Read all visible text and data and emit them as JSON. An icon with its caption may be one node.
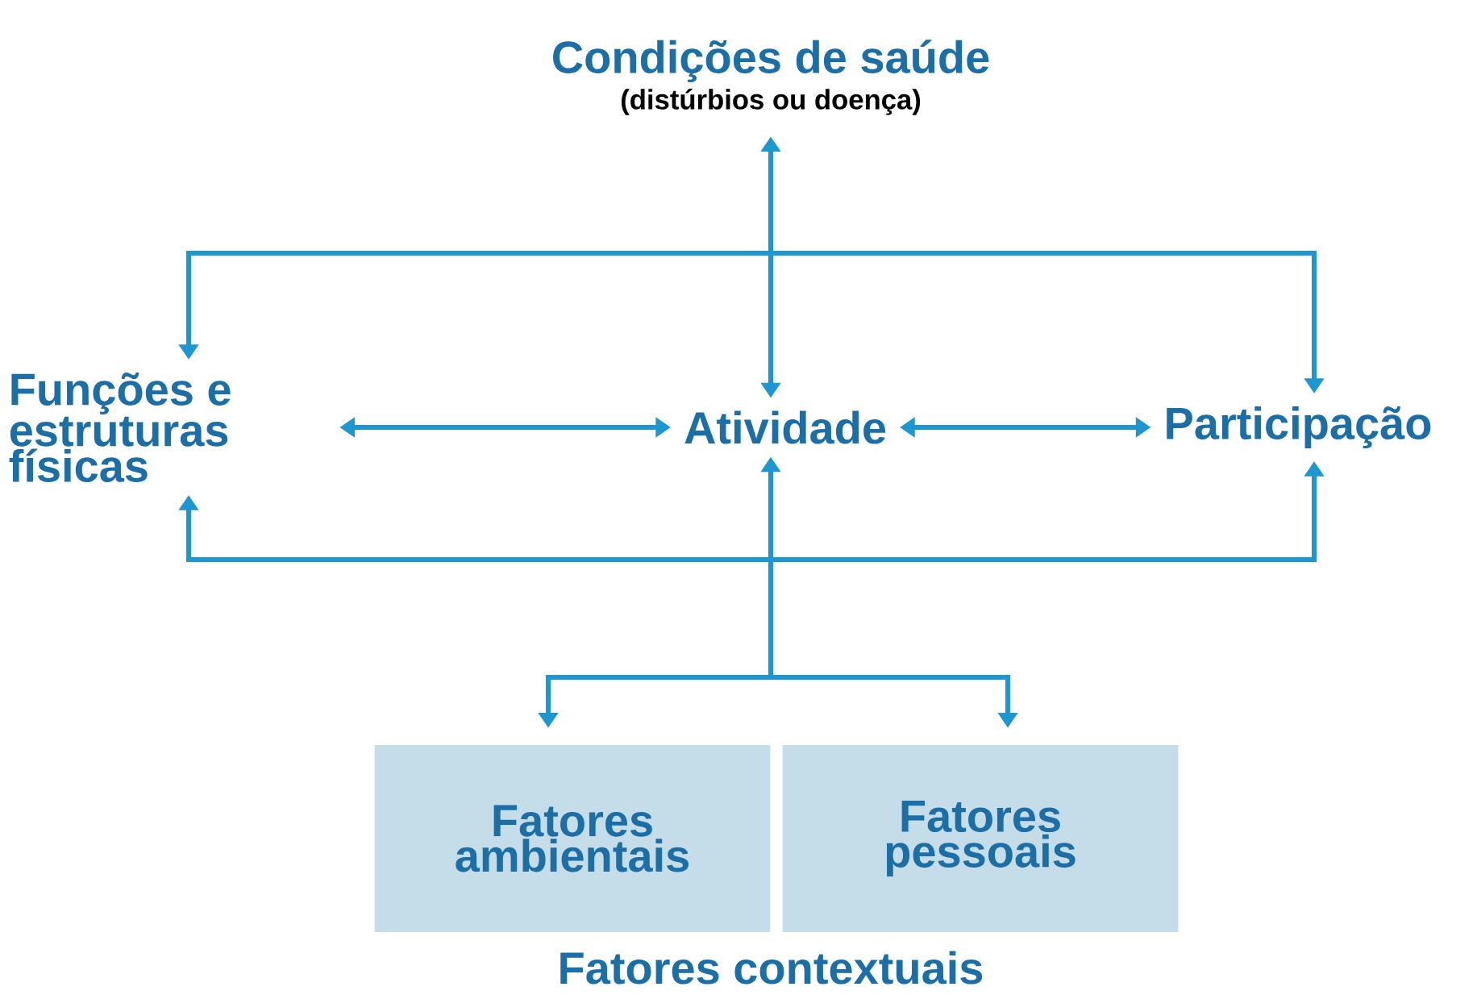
{
  "diagram": {
    "nodes": [
      {
        "text": [
          "Condições de saúde",
          "(distúrbios ou doença)"
        ]
      },
      {
        "text": [
          "Funções e estruturas físicas"
        ]
      },
      {
        "text": [
          "Atividade"
        ]
      },
      {
        "text": [
          "Participação"
        ]
      },
      {
        "text": [
          "Fatores ambientais"
        ]
      },
      {
        "text": [
          "Fatores pessoais"
        ]
      }
    ],
    "edges": [
      {
        "from": 0,
        "to": 2,
        "arrow": "both"
      },
      {
        "from": 0,
        "to": 1,
        "arrow": "both"
      },
      {
        "from": 0,
        "to": 3,
        "arrow": "both"
      },
      {
        "from": 1,
        "to": 2,
        "arrow": "both"
      },
      {
        "from": 2,
        "to": 3,
        "arrow": "both"
      },
      {
        "from": 4,
        "to": 2,
        "arrow": "both"
      },
      {
        "from": 4,
        "to": 1,
        "arrow": "both"
      },
      {
        "from": 4,
        "to": 3,
        "arrow": "both"
      },
      {
        "from": 5,
        "to": 2,
        "arrow": "both"
      },
      {
        "from": 5,
        "to": 1,
        "arrow": "both"
      },
      {
        "from": 5,
        "to": 3,
        "arrow": "both"
      }
    ],
    "labels": [
      "Fatores contextuais"
    ]
  }
}
